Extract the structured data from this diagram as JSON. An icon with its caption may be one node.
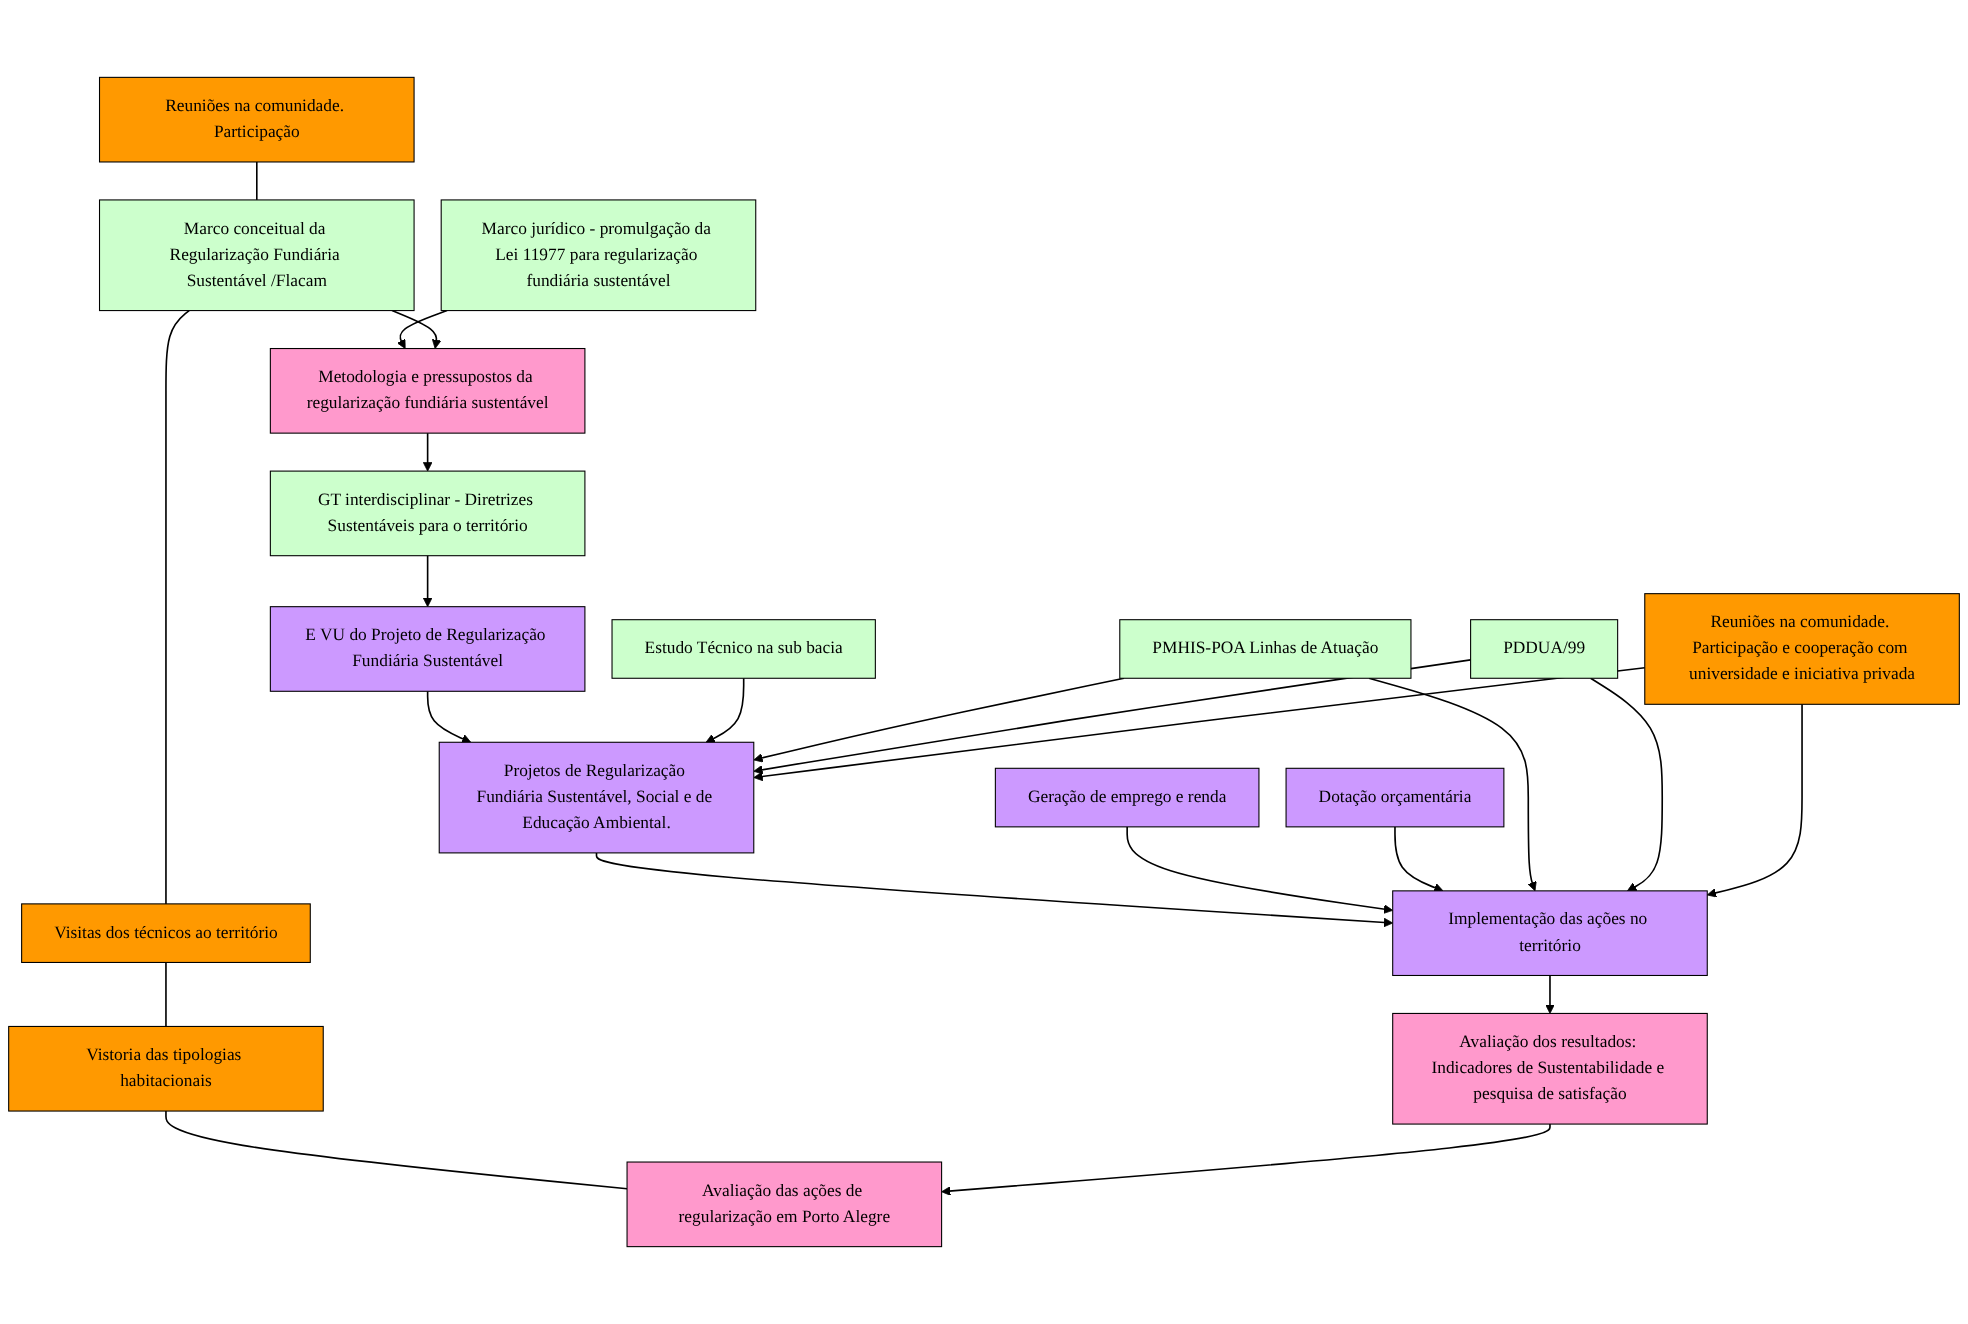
{
  "diagram": {
    "nodes": [
      {
        "text": [
          "Reuniões na comunidade. Participação"
        ]
      },
      {
        "text": [
          "Marco jurídico - promulgação da Lei 11977 para regularização fundiária sustentável"
        ]
      },
      {
        "text": [
          "PMHIS-POA Linhas de Atuação"
        ]
      },
      {
        "text": [
          "Marco conceitual da Regularização Fundiária Sustentável /Flacam"
        ]
      },
      {
        "text": [
          "Metodologia e pressupostos da regularização fundiária sustentável"
        ]
      },
      {
        "text": [
          "PDDUA/99"
        ]
      },
      {
        "text": [
          "Reuniões na comunidade. Participação e cooperação com universidade e iniciativa privada"
        ]
      },
      {
        "text": [
          "Visitas dos técnicos ao território"
        ]
      },
      {
        "text": [
          "GT interdisciplinar - Diretrizes Sustentáveis para o território"
        ]
      },
      {
        "text": [
          "Estudo Técnico na sub bacia"
        ]
      },
      {
        "text": [
          "Vistoria das tipologias habitacionais"
        ]
      },
      {
        "text": [
          "E VU do Projeto de Regularização Fundiária Sustentável"
        ]
      },
      {
        "text": [
          "Projetos de Regularização Fundiária Sustentável, Social e de Educação Ambiental."
        ]
      },
      {
        "text": [
          "Avaliação das ações de regularização em Porto Alegre"
        ]
      },
      {
        "text": [
          "Geração de emprego e renda"
        ]
      },
      {
        "text": [
          "Dotação orçamentária"
        ]
      },
      {
        "text": [
          "Avaliação dos resultados: Indicadores de Sustentabilidade e pesquisa de satisfação"
        ]
      },
      {
        "text": [
          "Implementação das ações no território"
        ]
      }
    ],
    "edges": [
      {
        "from": 0,
        "to": 3,
        "arrow": "none"
      },
      {
        "from": 1,
        "to": 4,
        "arrow": "to"
      },
      {
        "from": 3,
        "to": 4,
        "arrow": "to"
      },
      {
        "from": 3,
        "to": 7,
        "arrow": "none"
      },
      {
        "from": 7,
        "to": 10,
        "arrow": "none"
      },
      {
        "from": 10,
        "to": 13,
        "arrow": "none"
      },
      {
        "from": 4,
        "to": 8,
        "arrow": "to"
      },
      {
        "from": 8,
        "to": 11,
        "arrow": "to"
      },
      {
        "from": 11,
        "to": 12,
        "arrow": "to"
      },
      {
        "from": 9,
        "to": 12,
        "arrow": "to"
      },
      {
        "from": 2,
        "to": 12,
        "arrow": "to"
      },
      {
        "from": 5,
        "to": 12,
        "arrow": "to"
      },
      {
        "from": 6,
        "to": 12,
        "arrow": "to"
      },
      {
        "from": 12,
        "to": 17,
        "arrow": "to"
      },
      {
        "from": 14,
        "to": 17,
        "arrow": "to"
      },
      {
        "from": 15,
        "to": 17,
        "arrow": "to"
      },
      {
        "from": 2,
        "to": 17,
        "arrow": "to"
      },
      {
        "from": 5,
        "to": 17,
        "arrow": "to"
      },
      {
        "from": 6,
        "to": 17,
        "arrow": "to"
      },
      {
        "from": 17,
        "to": 16,
        "arrow": "to"
      },
      {
        "from": 16,
        "to": 13,
        "arrow": "to"
      }
    ]
  }
}
